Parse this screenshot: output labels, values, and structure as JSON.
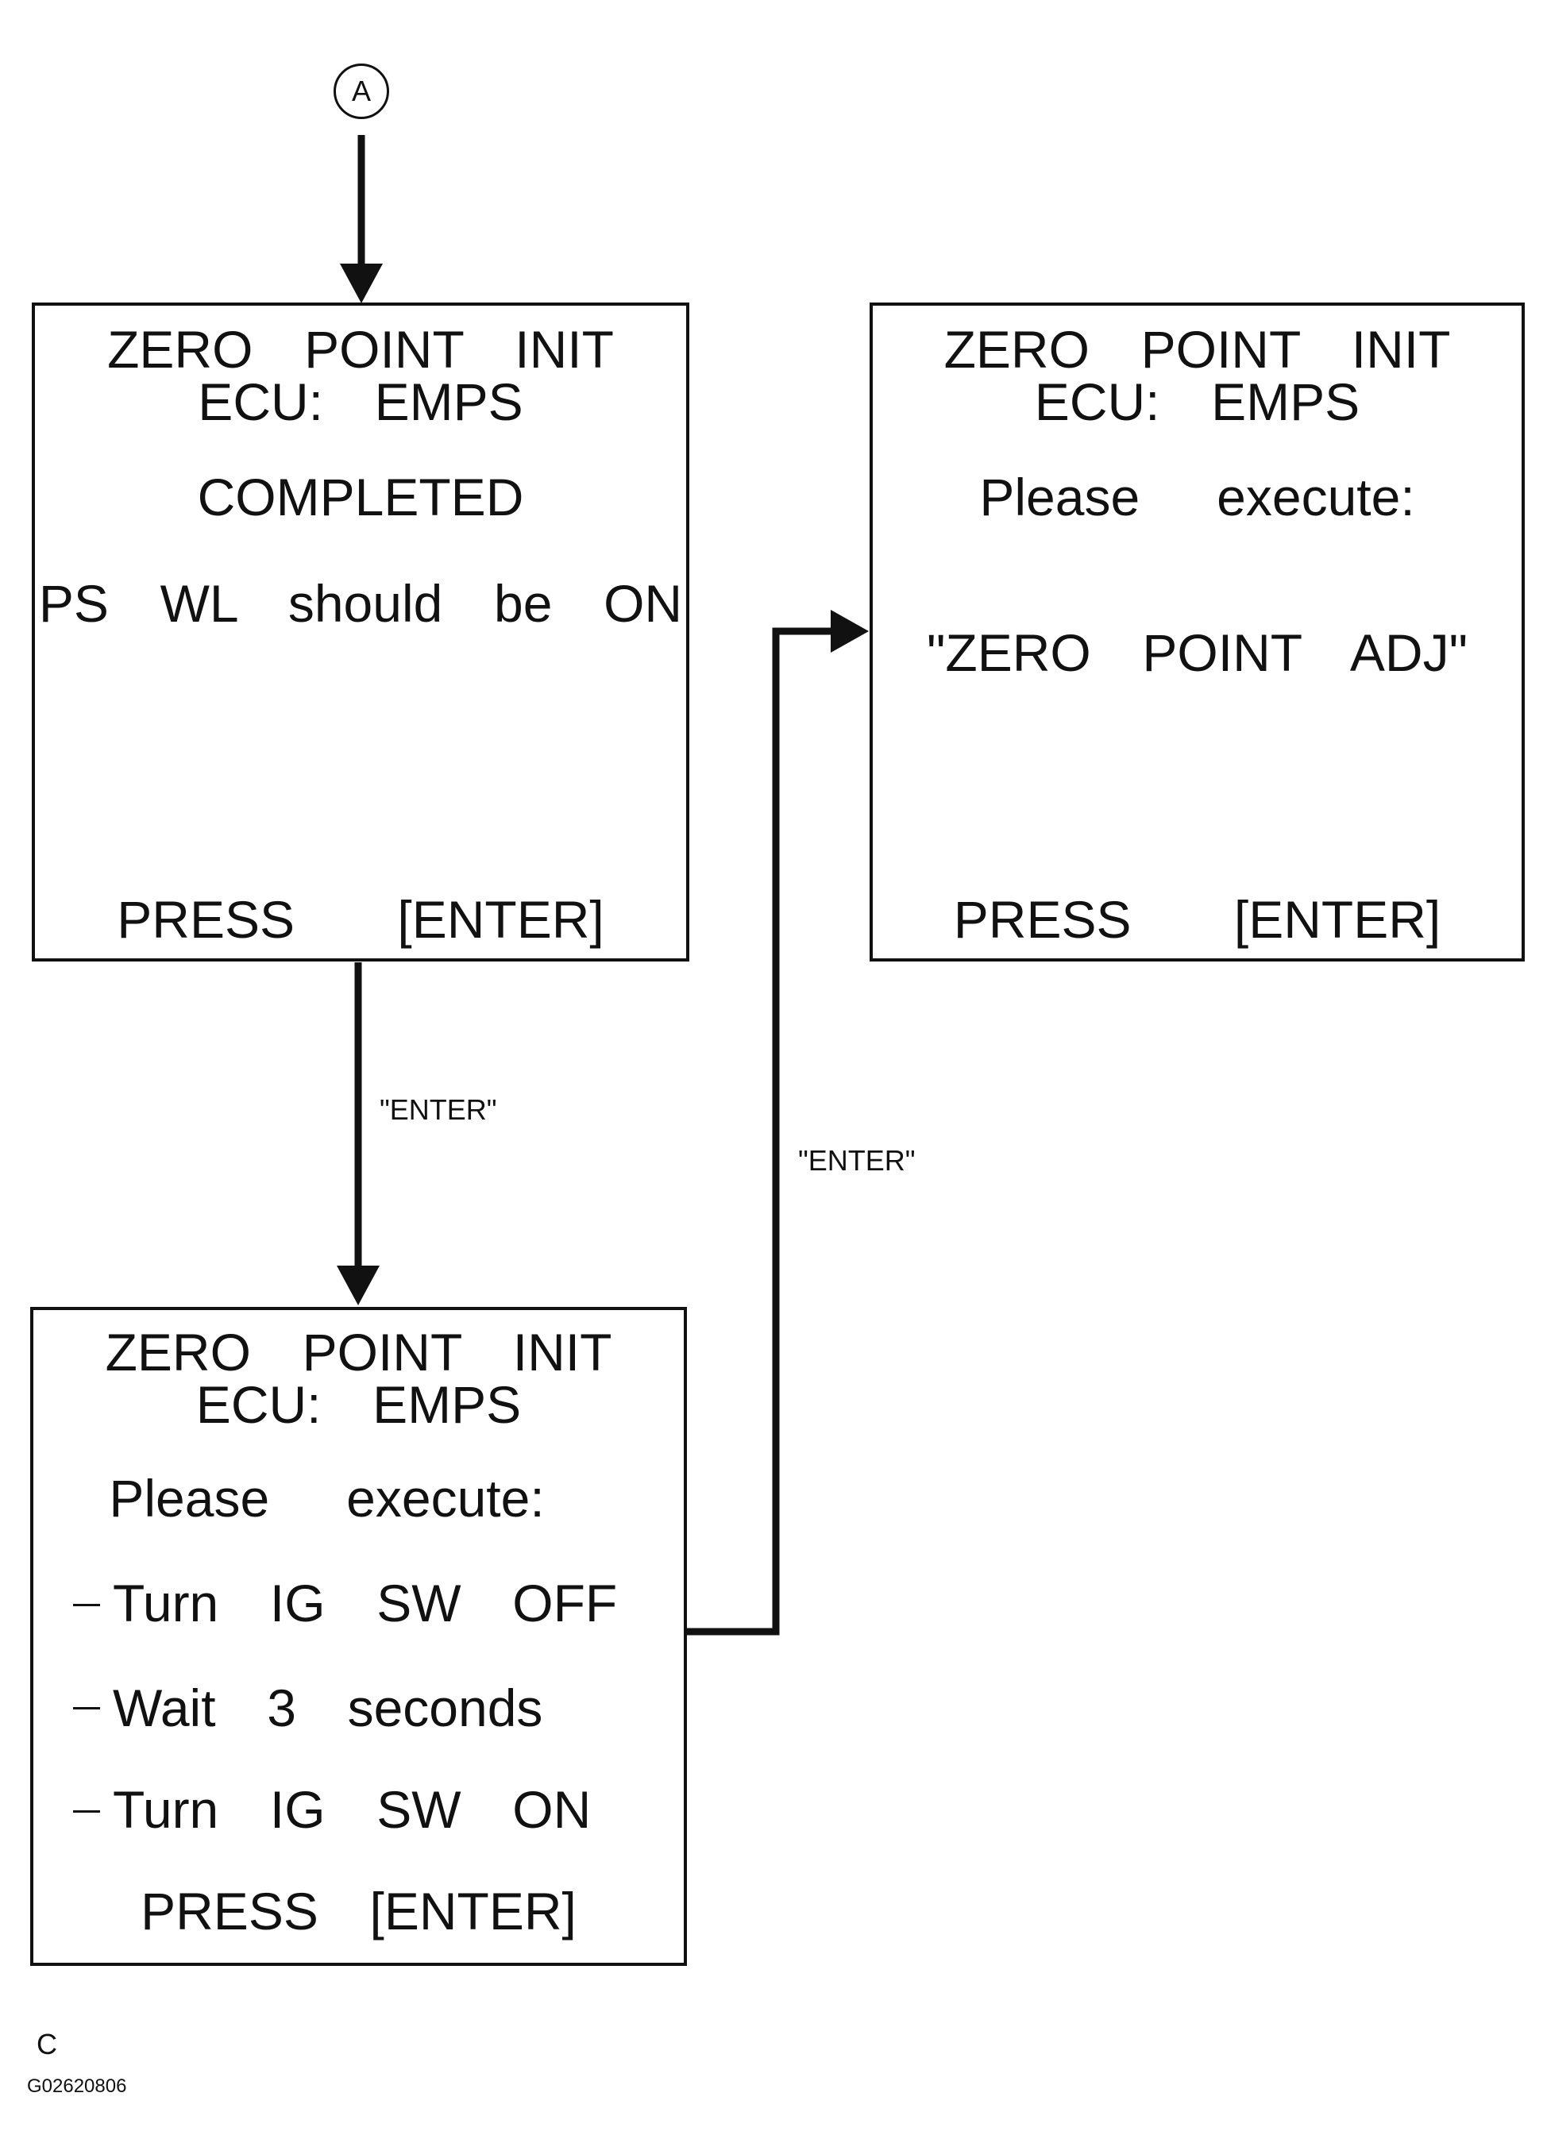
{
  "connector_marker": "A",
  "screen_completed": {
    "title": "ZERO  POINT  INIT",
    "ecu": "ECU:  EMPS",
    "status": "COMPLETED",
    "message": "PS  WL  should  be  ON",
    "prompt": "PRESS    [ENTER]"
  },
  "screen_execute_steps": {
    "title": "ZERO  POINT  INIT",
    "ecu": "ECU:  EMPS",
    "instruction": "Please   execute:",
    "steps": [
      "Turn  IG  SW  OFF",
      "Wait  3  seconds",
      "Turn  IG  SW  ON"
    ],
    "prompt": "PRESS  [ENTER]"
  },
  "screen_zero_point_adj": {
    "title": "ZERO  POINT  INIT",
    "ecu": "ECU:  EMPS",
    "instruction": "Please   execute:",
    "command": "\"ZERO  POINT  ADJ\"",
    "prompt": "PRESS    [ENTER]"
  },
  "transitions": {
    "completed_to_steps": "\"ENTER\"",
    "steps_to_adj": "\"ENTER\""
  },
  "footer": {
    "page_letter": "C",
    "figure_code": "G02620806"
  }
}
